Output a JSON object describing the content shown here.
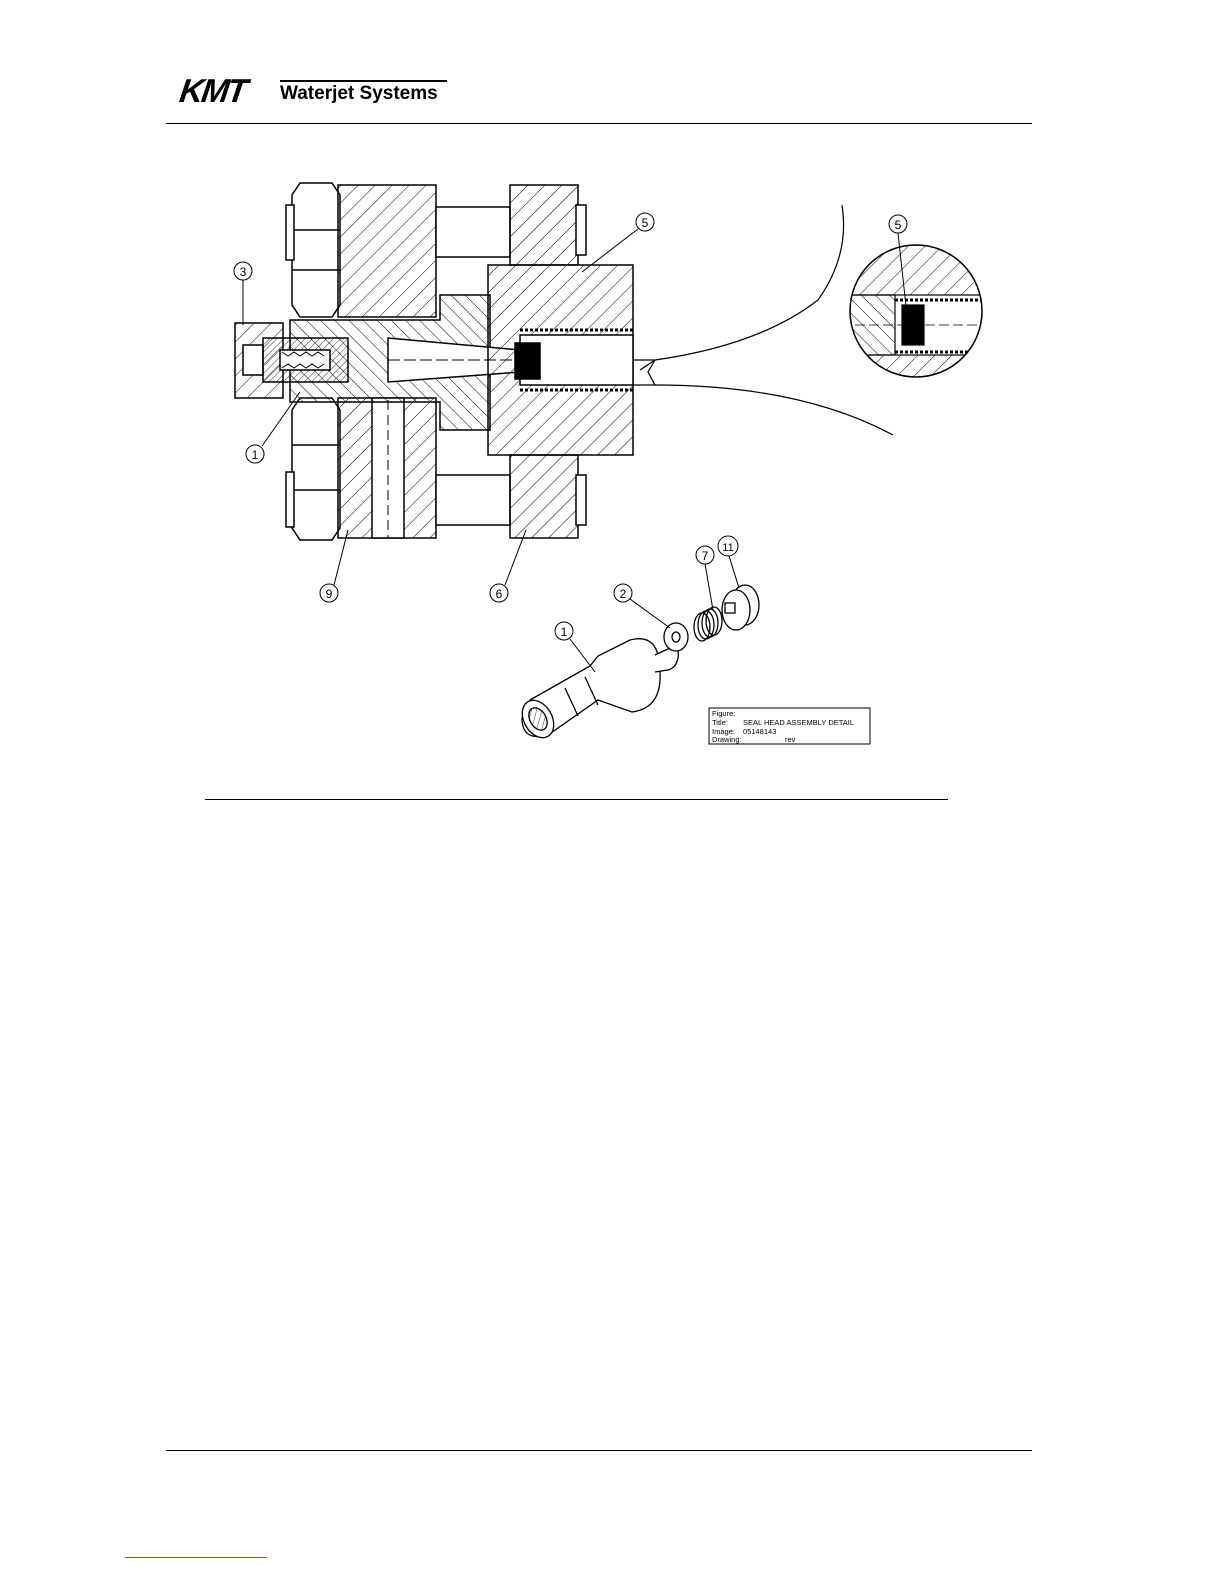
{
  "header": {
    "logo_mark": "KMT",
    "logo_sub": "Waterjet Systems"
  },
  "figure": {
    "callouts": [
      "3",
      "1",
      "9",
      "6",
      "5",
      "5",
      "7",
      "2",
      "1",
      "11"
    ],
    "title_block": {
      "figure_label": "Figure:",
      "title_label": "Title:",
      "title_value": "SEAL HEAD ASSEMBLY DETAIL",
      "image_label": "Image:",
      "image_value": "05148143",
      "drawing_label": "Drawing:",
      "rev_label": "rev"
    }
  }
}
